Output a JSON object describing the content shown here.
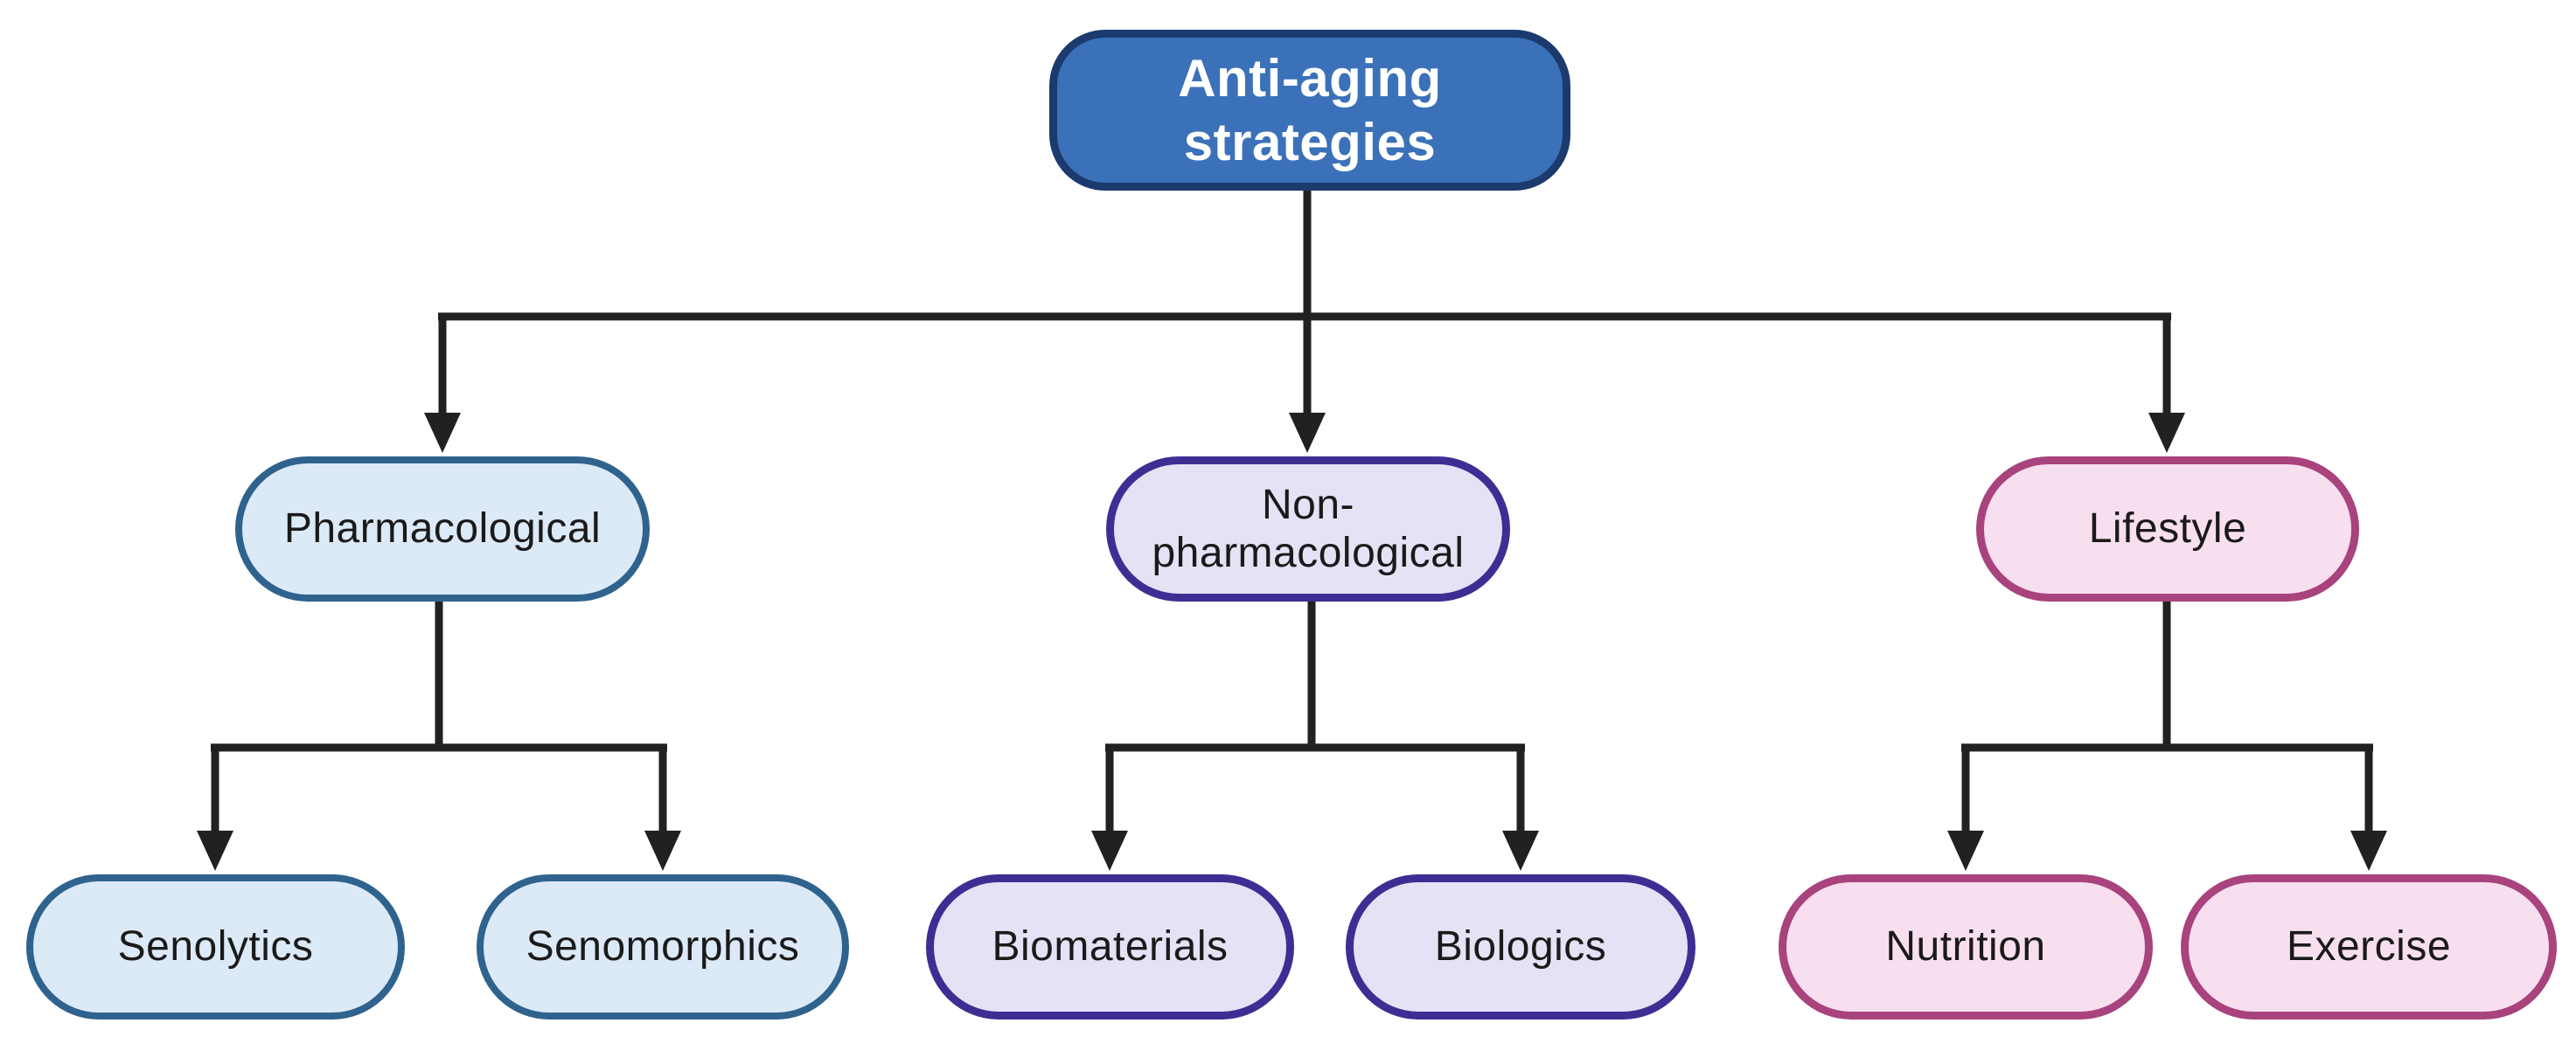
{
  "diagram": {
    "type": "flowchart",
    "root": {
      "label": "Anti-aging strategies"
    },
    "branches": [
      {
        "label": "Pharmacological",
        "children": [
          {
            "label": "Senolytics"
          },
          {
            "label": "Senomorphics"
          }
        ]
      },
      {
        "label": "Non-pharmacological",
        "children": [
          {
            "label": "Biomaterials"
          },
          {
            "label": "Biologics"
          }
        ]
      },
      {
        "label": "Lifestyle",
        "children": [
          {
            "label": "Nutrition"
          },
          {
            "label": "Exercise"
          }
        ]
      }
    ],
    "colors": {
      "background": "#FFFFFF",
      "connector": "#212121",
      "text": "#1A1A1A",
      "root_fill": "#3B71B8",
      "root_border": "#1B3A6D",
      "root_text": "#FFFFFF",
      "blue_fill": "#DCE9F7",
      "blue_border": "#2F638E",
      "purple_fill": "#E5E2F6",
      "purple_border": "#402D93",
      "pink_fill": "#F8DFF0",
      "pink_border": "#A8437E"
    }
  }
}
